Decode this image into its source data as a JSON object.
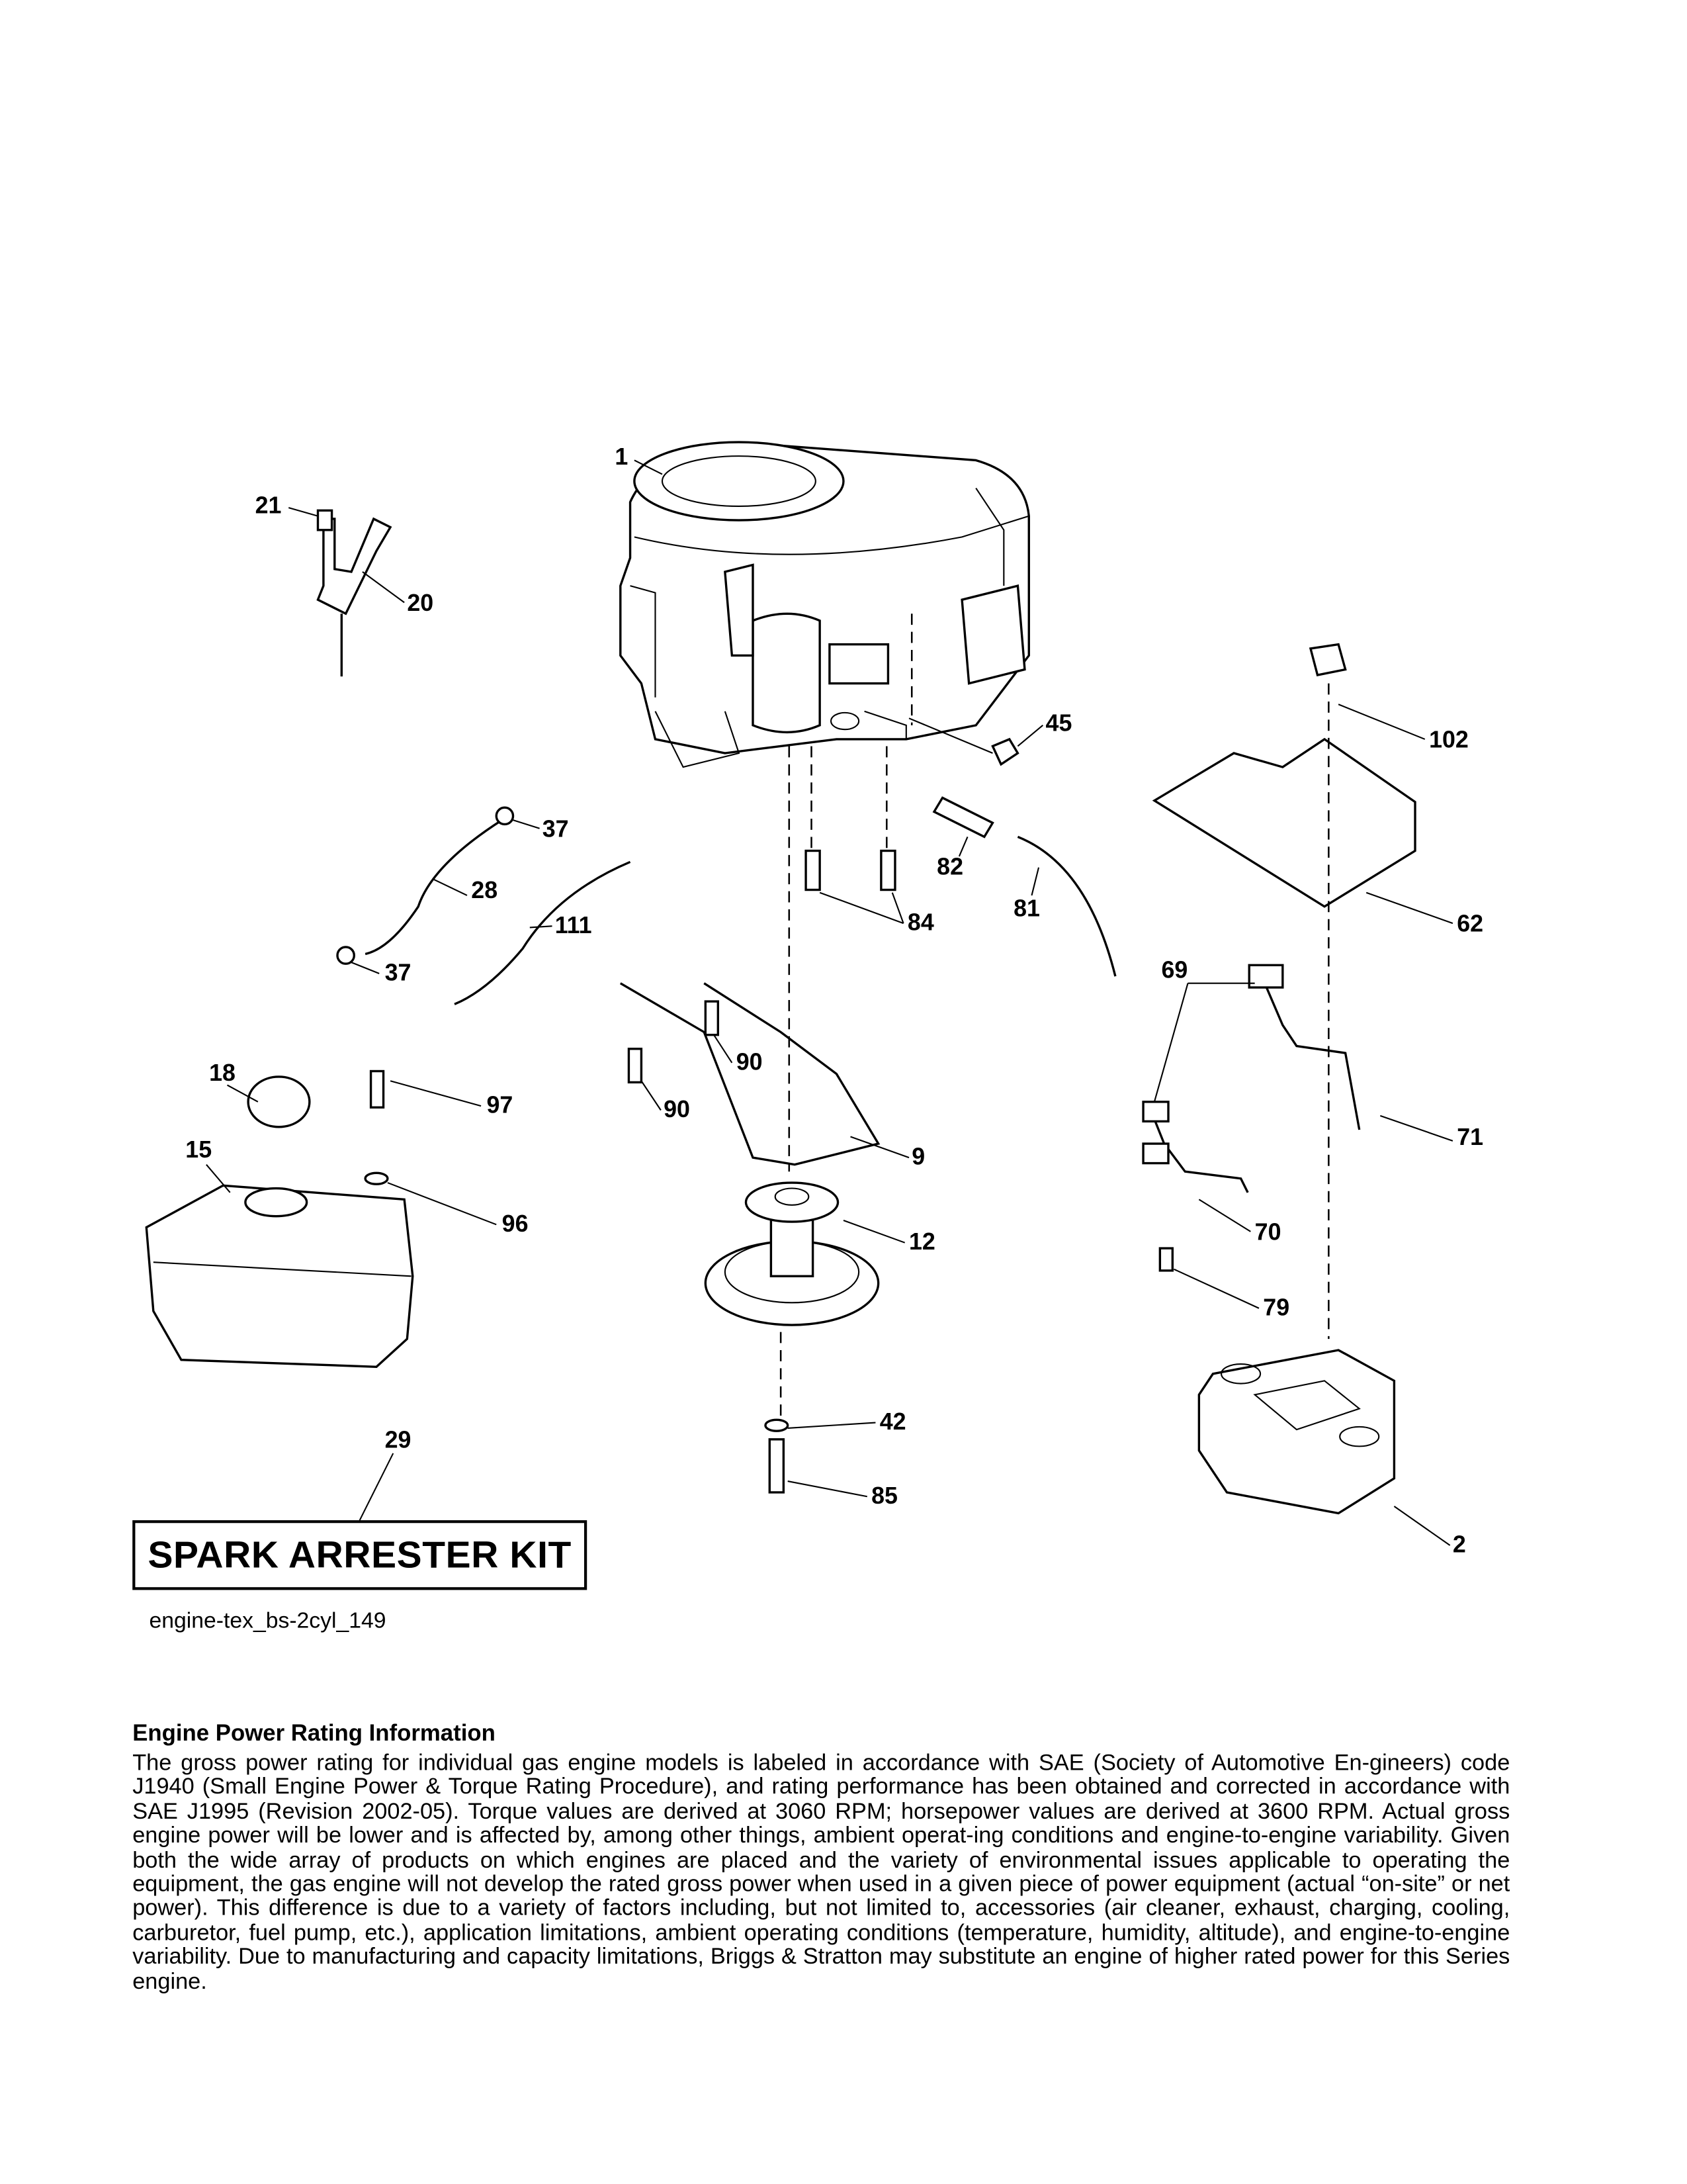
{
  "diagram": {
    "callouts": {
      "c1": "1",
      "c21": "21",
      "c20": "20",
      "c45": "45",
      "c102": "102",
      "c37a": "37",
      "c28": "28",
      "c111": "111",
      "c82": "82",
      "c84": "84",
      "c81": "81",
      "c62": "62",
      "c69": "69",
      "c37b": "37",
      "c18": "18",
      "c90a": "90",
      "c97": "97",
      "c90b": "90",
      "c9": "9",
      "c71": "71",
      "c15": "15",
      "c96": "96",
      "c12": "12",
      "c70": "70",
      "c79": "79",
      "c42": "42",
      "c29": "29",
      "c85": "85",
      "c2": "2"
    },
    "kit_label": "SPARK ARRESTER KIT",
    "reference": "engine-tex_bs-2cyl_149"
  },
  "info": {
    "heading": "Engine Power Rating Information",
    "body": "The gross power rating for individual gas engine models is labeled in accordance with SAE (Society of Automotive En-gineers) code J1940 (Small Engine Power & Torque Rating Procedure), and rating performance has been obtained and corrected in accordance with SAE J1995 (Revision 2002-05). Torque values are derived at 3060 RPM; horsepower values are derived at 3600 RPM. Actual gross engine power will be lower and is affected by, among other things, ambient operat-ing conditions and engine-to-engine variability. Given both the wide array of products on which engines are placed and the variety of environmental issues applicable to operating the equipment, the gas engine will not develop the rated gross power when used in a given piece of power equipment (actual “on-site” or net power). This difference is due to a variety of factors including, but not limited to, accessories (air cleaner, exhaust, charging, cooling, carburetor, fuel pump, etc.), application limitations, ambient operating conditions (temperature, humidity, altitude), and engine-to-engine variability. Due to manufacturing and capacity limitations, Briggs & Stratton may substitute an engine of higher rated power for this Series engine."
  }
}
